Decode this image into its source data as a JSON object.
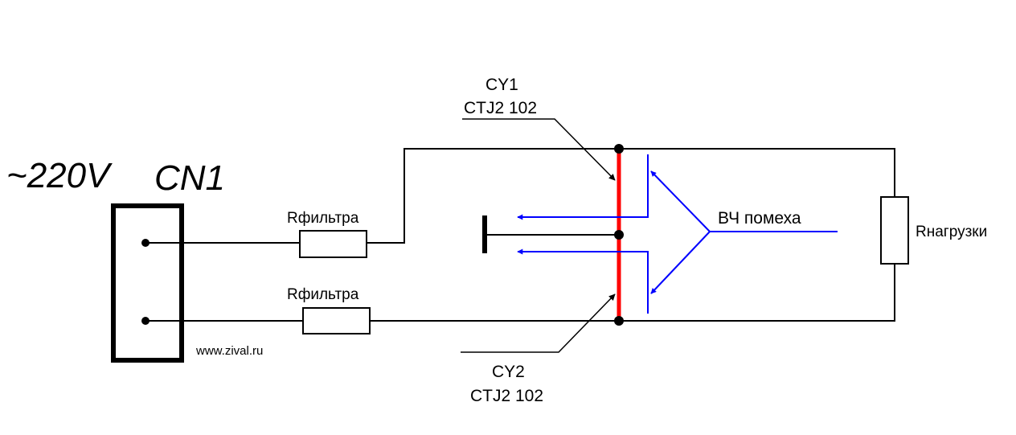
{
  "connector": {
    "voltage": "~220V",
    "name": "CN1"
  },
  "filter_resistors": [
    "Rфильтра",
    "Rфильтра"
  ],
  "load_resistor": "Rнагрузки",
  "capacitors": [
    {
      "name": "CY1",
      "part": "CTJ2 102"
    },
    {
      "name": "CY2",
      "part": "CTJ2 102"
    }
  ],
  "noise_label": "ВЧ помеха",
  "website": "www.zival.ru",
  "colors": {
    "capacitor": "#ff0000",
    "noise": "#0000ff",
    "wire": "#000000"
  }
}
